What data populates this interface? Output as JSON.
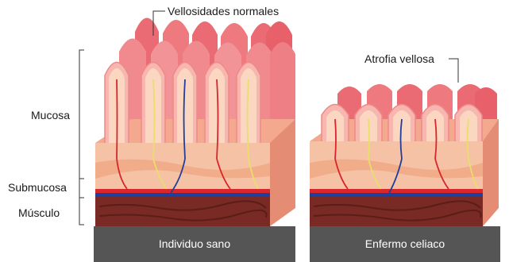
{
  "labels": {
    "normal_villi": "Vellosidades normales",
    "atrophy": "Atrofia vellosa",
    "mucosa": "Mucosa",
    "submucosa": "Submucosa",
    "muscle": "Músculo"
  },
  "captions": {
    "healthy": "Individuo  sano",
    "celiac": "Enfermo celiaco"
  },
  "colors": {
    "villus_dark": "#e8606a",
    "villus_mid": "#f08a8e",
    "villus_light": "#f7b6b0",
    "villus_core": "#fbd7c2",
    "tissue": "#f6c2a6",
    "tissue_band": "#f0a27f",
    "muscle": "#7a2a24",
    "muscle_dark": "#5a1d18",
    "artery": "#d8262b",
    "vein": "#1f3f9a",
    "lymph": "#e8df6a",
    "base": "#555555"
  }
}
